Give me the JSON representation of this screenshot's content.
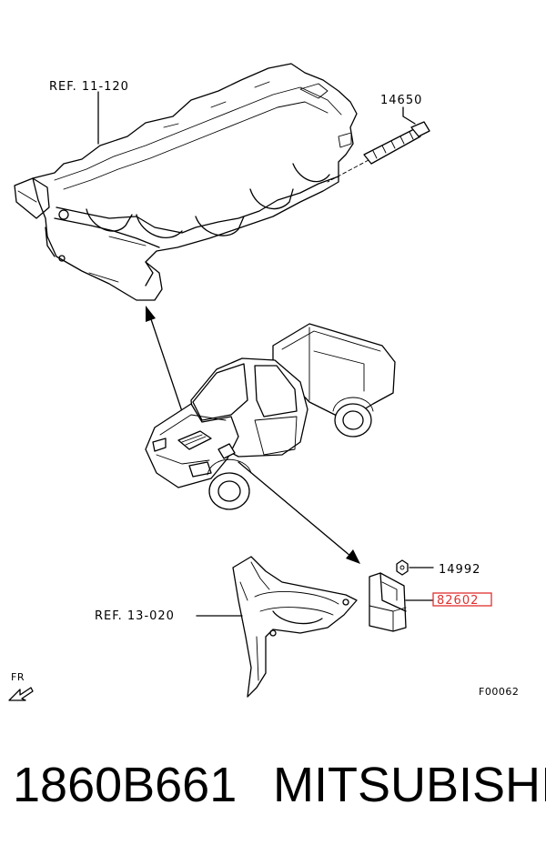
{
  "callouts": {
    "ref_engine": "REF. 11-120",
    "part_14650": "14650",
    "part_14992": "14992",
    "part_82602": "82602",
    "ref_bracket": "REF. 13-020",
    "direction": "FR",
    "figure_code": "F00062"
  },
  "footer": {
    "part_number": "1860B661",
    "brand": "MITSUBISHI"
  },
  "colors": {
    "highlight": "#e03030",
    "line": "#000000"
  }
}
